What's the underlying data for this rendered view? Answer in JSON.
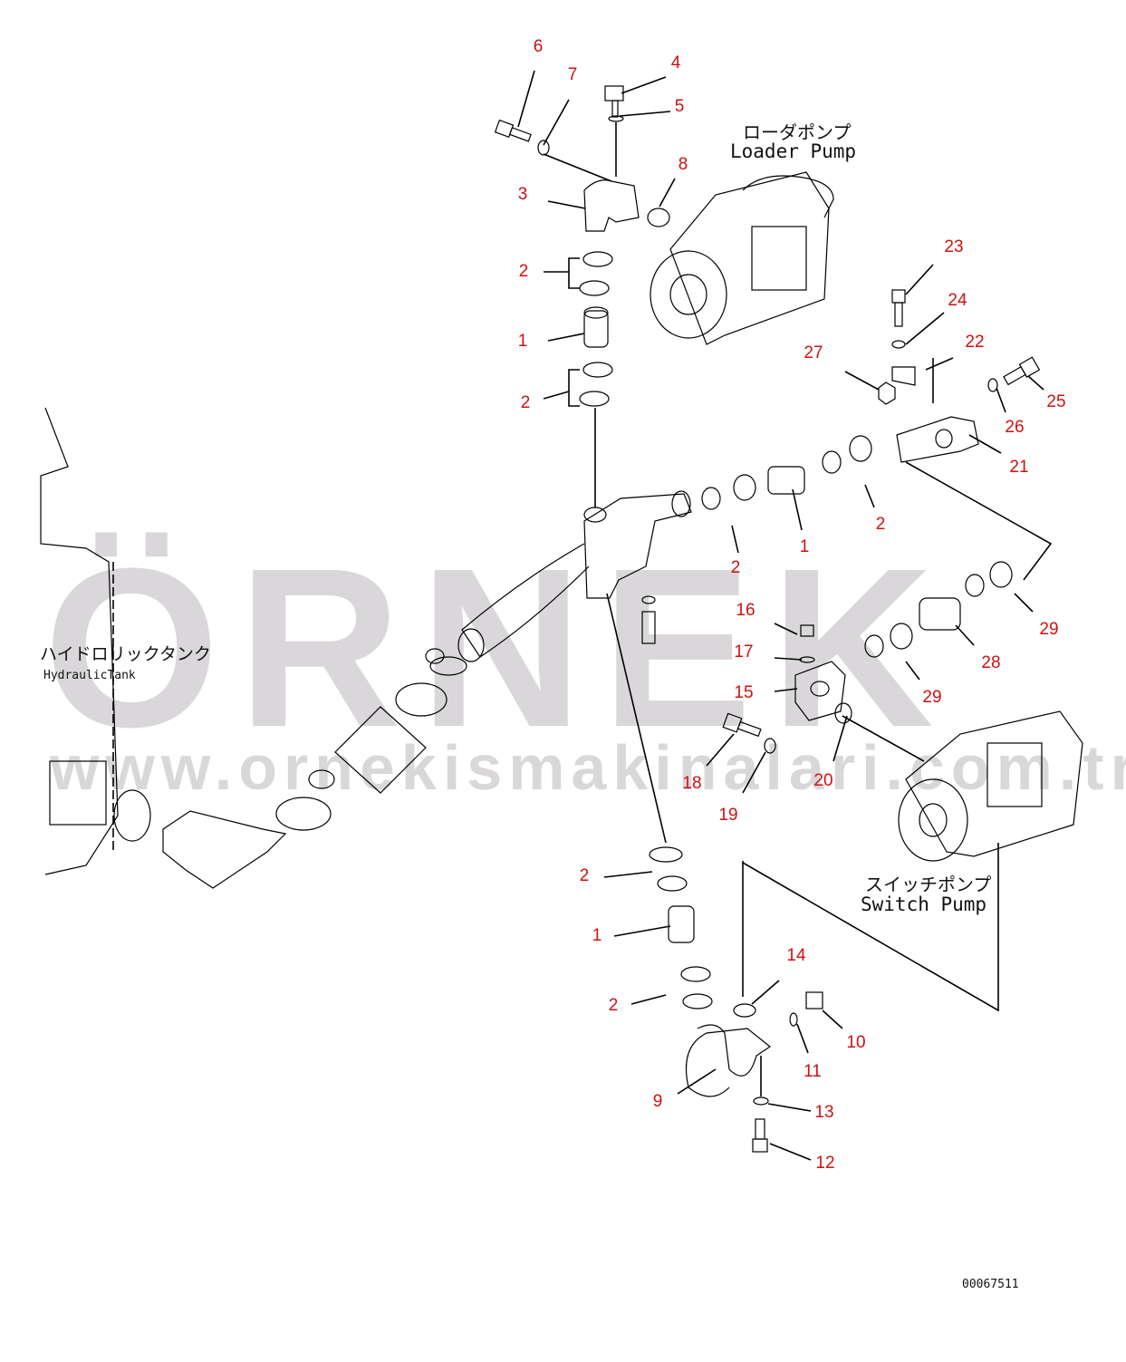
{
  "diagram": {
    "drawing_number": "00067511",
    "captions": {
      "loader_pump_jp": "ローダポンプ",
      "loader_pump_en": "Loader Pump",
      "hydraulic_tank_jp": "ハイドロリックタンク",
      "hydraulic_tank_en": "HydraulicTank",
      "switch_pump_jp": "スイッチポンプ",
      "switch_pump_en": "Switch Pump"
    },
    "callouts": [
      "6",
      "7",
      "4",
      "5",
      "8",
      "3",
      "2",
      "1",
      "2",
      "23",
      "24",
      "27",
      "22",
      "25",
      "26",
      "21",
      "2",
      "1",
      "2",
      "29",
      "28",
      "29",
      "16",
      "17",
      "15",
      "18",
      "19",
      "20",
      "2",
      "1",
      "2",
      "14",
      "10",
      "11",
      "9",
      "13",
      "12"
    ]
  },
  "watermark": {
    "brand": "ÖRNEK",
    "url": "www.ornekismakinalari.com.tr"
  },
  "colors": {
    "callout": "#d01010",
    "line": "#000000",
    "watermark": "#c8c3c8"
  }
}
